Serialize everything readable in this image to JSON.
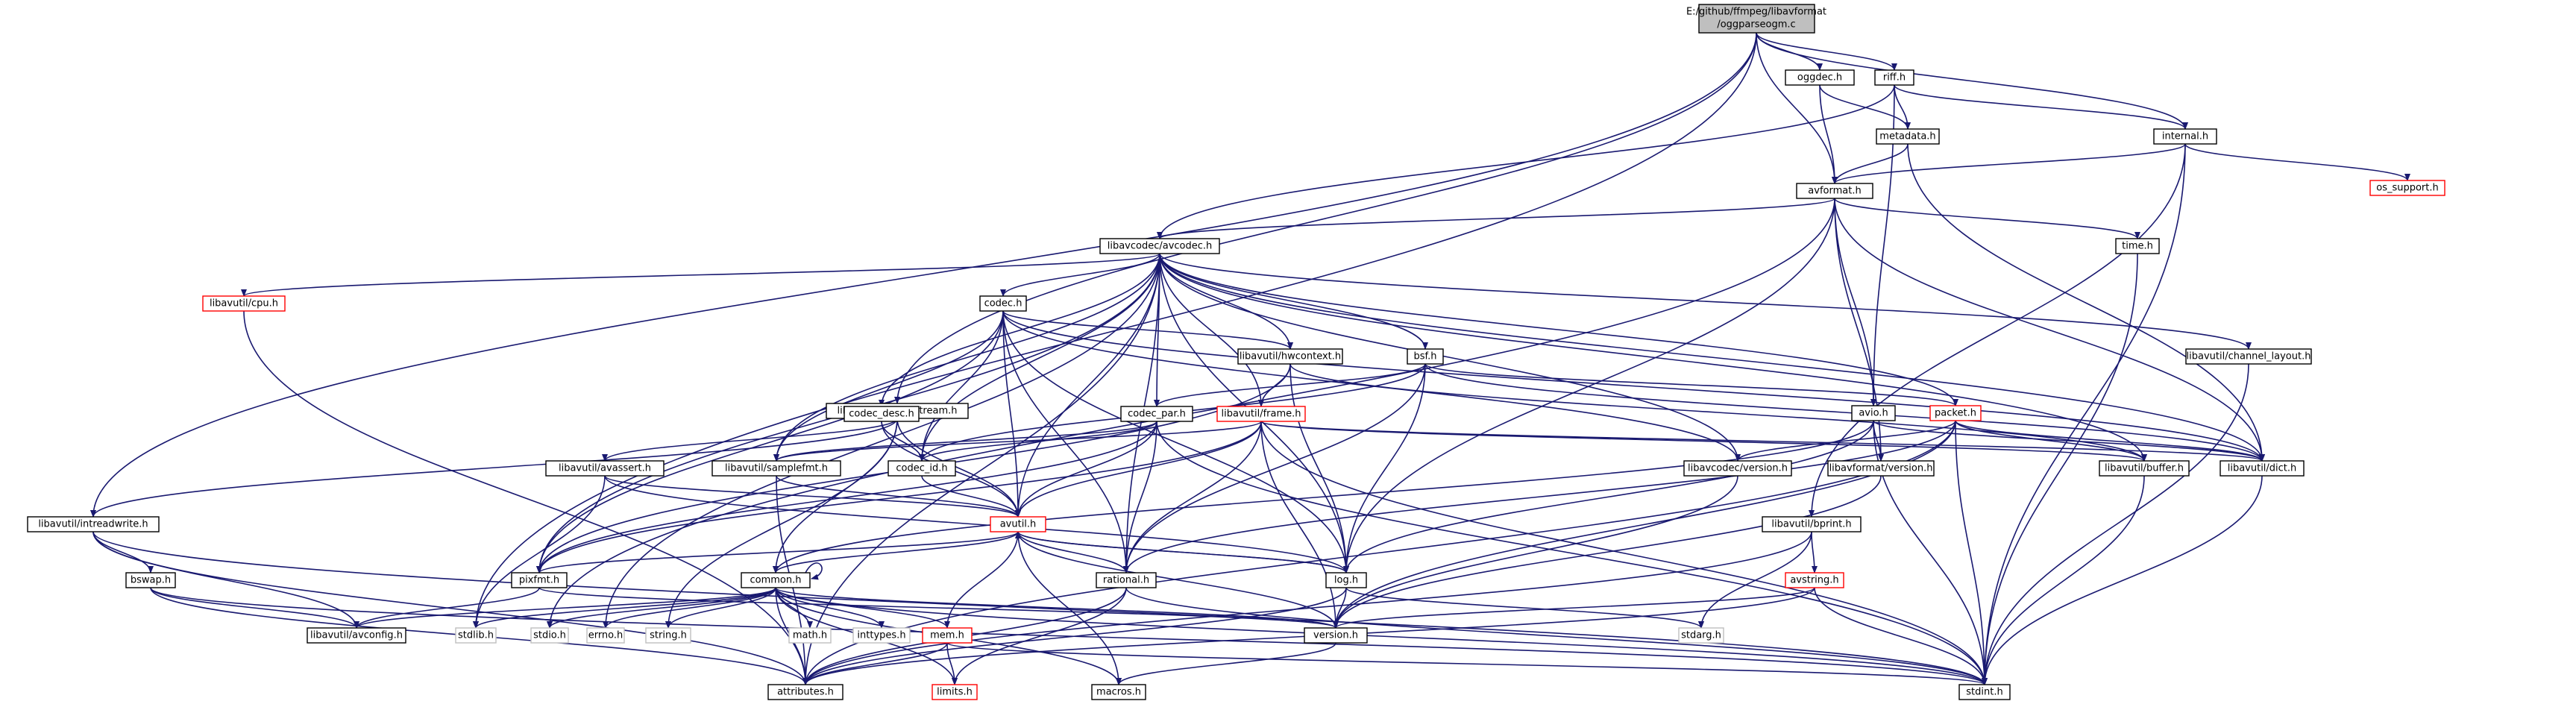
{
  "graph": {
    "root_lines": [
      "E:/github/ffmpeg/libavformat",
      "/oggparseogm.c"
    ],
    "edge_color": "#191970",
    "border_colors": {
      "normal": "#000000",
      "truncated": "#ff0000",
      "system": "#bfbfbf",
      "root_fill": "#bfbfbf"
    },
    "nodes": [
      {
        "id": "oggdec",
        "label": "oggdec.h"
      },
      {
        "id": "riff",
        "label": "riff.h"
      },
      {
        "id": "metadata",
        "label": "metadata.h"
      },
      {
        "id": "internal",
        "label": "internal.h"
      },
      {
        "id": "os_support",
        "label": "os_support.h"
      },
      {
        "id": "avformat",
        "label": "avformat.h"
      },
      {
        "id": "time",
        "label": "time.h"
      },
      {
        "id": "avcodec",
        "label": "libavcodec/avcodec.h"
      },
      {
        "id": "cpu",
        "label": "libavutil/cpu.h"
      },
      {
        "id": "codec",
        "label": "codec.h"
      },
      {
        "id": "channel_layout",
        "label": "libavutil/channel_layout.h"
      },
      {
        "id": "hwcontext",
        "label": "libavutil/hwcontext.h"
      },
      {
        "id": "bsf",
        "label": "bsf.h"
      },
      {
        "id": "bytestream",
        "label": "libavcodec/bytestream.h"
      },
      {
        "id": "codec_desc",
        "label": "codec_desc.h"
      },
      {
        "id": "codec_par",
        "label": "codec_par.h"
      },
      {
        "id": "frame",
        "label": "libavutil/frame.h"
      },
      {
        "id": "avio",
        "label": "avio.h"
      },
      {
        "id": "packet",
        "label": "packet.h"
      },
      {
        "id": "avassert",
        "label": "libavutil/avassert.h"
      },
      {
        "id": "samplefmt",
        "label": "libavutil/samplefmt.h"
      },
      {
        "id": "codec_id",
        "label": "codec_id.h"
      },
      {
        "id": "lavc_version",
        "label": "libavcodec/version.h"
      },
      {
        "id": "lavf_version",
        "label": "libavformat/version.h"
      },
      {
        "id": "buffer",
        "label": "libavutil/buffer.h"
      },
      {
        "id": "dict",
        "label": "libavutil/dict.h"
      },
      {
        "id": "intreadwrite",
        "label": "libavutil/intreadwrite.h"
      },
      {
        "id": "avutil",
        "label": "avutil.h"
      },
      {
        "id": "bprint",
        "label": "libavutil/bprint.h"
      },
      {
        "id": "bswap",
        "label": "bswap.h"
      },
      {
        "id": "pixfmt",
        "label": "pixfmt.h"
      },
      {
        "id": "common",
        "label": "common.h"
      },
      {
        "id": "rational",
        "label": "rational.h"
      },
      {
        "id": "log",
        "label": "log.h"
      },
      {
        "id": "avstring",
        "label": "avstring.h"
      },
      {
        "id": "avconfig",
        "label": "libavutil/avconfig.h"
      },
      {
        "id": "stdlib",
        "label": "stdlib.h"
      },
      {
        "id": "stdio",
        "label": "stdio.h"
      },
      {
        "id": "errno",
        "label": "errno.h"
      },
      {
        "id": "string",
        "label": "string.h"
      },
      {
        "id": "math",
        "label": "math.h"
      },
      {
        "id": "inttypes",
        "label": "inttypes.h"
      },
      {
        "id": "mem",
        "label": "mem.h"
      },
      {
        "id": "version",
        "label": "version.h"
      },
      {
        "id": "stdarg",
        "label": "stdarg.h"
      },
      {
        "id": "attributes",
        "label": "attributes.h"
      },
      {
        "id": "limits",
        "label": "limits.h"
      },
      {
        "id": "macros",
        "label": "macros.h"
      },
      {
        "id": "stdint",
        "label": "stdint.h"
      }
    ],
    "edges": [
      [
        "root",
        "oggdec"
      ],
      [
        "root",
        "riff"
      ],
      [
        "root",
        "internal"
      ],
      [
        "root",
        "avformat"
      ],
      [
        "root",
        "bytestream"
      ],
      [
        "root",
        "intreadwrite"
      ],
      [
        "root",
        "stdlib"
      ],
      [
        "oggdec",
        "metadata"
      ],
      [
        "oggdec",
        "avformat"
      ],
      [
        "riff",
        "metadata"
      ],
      [
        "riff",
        "internal"
      ],
      [
        "riff",
        "avcodec"
      ],
      [
        "riff",
        "avio"
      ],
      [
        "metadata",
        "avformat"
      ],
      [
        "metadata",
        "dict"
      ],
      [
        "internal",
        "avformat"
      ],
      [
        "internal",
        "os_support"
      ],
      [
        "internal",
        "stdint"
      ],
      [
        "internal",
        "bprint"
      ],
      [
        "avformat",
        "avcodec"
      ],
      [
        "avformat",
        "time"
      ],
      [
        "avformat",
        "avio"
      ],
      [
        "avformat",
        "lavf_version"
      ],
      [
        "avformat",
        "dict"
      ],
      [
        "avformat",
        "log"
      ],
      [
        "avformat",
        "stdio"
      ],
      [
        "time",
        "stdint"
      ],
      [
        "avcodec",
        "cpu"
      ],
      [
        "avcodec",
        "codec"
      ],
      [
        "avcodec",
        "channel_layout"
      ],
      [
        "avcodec",
        "hwcontext"
      ],
      [
        "avcodec",
        "bsf"
      ],
      [
        "avcodec",
        "codec_desc"
      ],
      [
        "avcodec",
        "codec_par"
      ],
      [
        "avcodec",
        "frame"
      ],
      [
        "avcodec",
        "packet"
      ],
      [
        "avcodec",
        "samplefmt"
      ],
      [
        "avcodec",
        "codec_id"
      ],
      [
        "avcodec",
        "lavc_version"
      ],
      [
        "avcodec",
        "buffer"
      ],
      [
        "avcodec",
        "dict"
      ],
      [
        "avcodec",
        "avutil"
      ],
      [
        "avcodec",
        "rational"
      ],
      [
        "avcodec",
        "log"
      ],
      [
        "avcodec",
        "pixfmt"
      ],
      [
        "avcodec",
        "attributes"
      ],
      [
        "avcodec",
        "errno"
      ],
      [
        "cpu",
        "attributes"
      ],
      [
        "codec",
        "hwcontext"
      ],
      [
        "codec",
        "samplefmt"
      ],
      [
        "codec",
        "codec_id"
      ],
      [
        "codec",
        "avutil"
      ],
      [
        "codec",
        "lavc_version"
      ],
      [
        "codec",
        "log"
      ],
      [
        "codec",
        "pixfmt"
      ],
      [
        "codec",
        "rational"
      ],
      [
        "codec",
        "dict"
      ],
      [
        "channel_layout",
        "stdint"
      ],
      [
        "hwcontext",
        "frame"
      ],
      [
        "hwcontext",
        "buffer"
      ],
      [
        "hwcontext",
        "log"
      ],
      [
        "hwcontext",
        "pixfmt"
      ],
      [
        "bsf",
        "codec_par"
      ],
      [
        "bsf",
        "codec_id"
      ],
      [
        "bsf",
        "packet"
      ],
      [
        "bsf",
        "dict"
      ],
      [
        "bsf",
        "log"
      ],
      [
        "bsf",
        "rational"
      ],
      [
        "bytestream",
        "avassert"
      ],
      [
        "bytestream",
        "intreadwrite"
      ],
      [
        "bytestream",
        "common"
      ],
      [
        "bytestream",
        "avutil"
      ],
      [
        "bytestream",
        "string"
      ],
      [
        "codec_desc",
        "codec_id"
      ],
      [
        "codec_desc",
        "avutil"
      ],
      [
        "codec_par",
        "codec_id"
      ],
      [
        "codec_par",
        "avutil"
      ],
      [
        "codec_par",
        "rational"
      ],
      [
        "codec_par",
        "pixfmt"
      ],
      [
        "codec_par",
        "samplefmt"
      ],
      [
        "codec_par",
        "stdint"
      ],
      [
        "frame",
        "avutil"
      ],
      [
        "frame",
        "buffer"
      ],
      [
        "frame",
        "dict"
      ],
      [
        "frame",
        "rational"
      ],
      [
        "frame",
        "samplefmt"
      ],
      [
        "frame",
        "pixfmt"
      ],
      [
        "frame",
        "version"
      ],
      [
        "frame",
        "stdint"
      ],
      [
        "avio",
        "common"
      ],
      [
        "avio",
        "dict"
      ],
      [
        "avio",
        "log"
      ],
      [
        "avio",
        "lavf_version"
      ],
      [
        "avio",
        "stdint"
      ],
      [
        "packet",
        "buffer"
      ],
      [
        "packet",
        "dict"
      ],
      [
        "packet",
        "rational"
      ],
      [
        "packet",
        "lavc_version"
      ],
      [
        "packet",
        "attributes"
      ],
      [
        "packet",
        "version"
      ],
      [
        "packet",
        "stdint"
      ],
      [
        "avassert",
        "avutil"
      ],
      [
        "avassert",
        "log"
      ],
      [
        "avassert",
        "stdlib"
      ],
      [
        "samplefmt",
        "avutil"
      ],
      [
        "samplefmt",
        "attributes"
      ],
      [
        "codec_id",
        "avutil"
      ],
      [
        "lavc_version",
        "version"
      ],
      [
        "lavf_version",
        "version"
      ],
      [
        "buffer",
        "stdint"
      ],
      [
        "dict",
        "stdint"
      ],
      [
        "intreadwrite",
        "avconfig"
      ],
      [
        "intreadwrite",
        "attributes"
      ],
      [
        "intreadwrite",
        "bswap"
      ],
      [
        "intreadwrite",
        "stdint"
      ],
      [
        "avutil",
        "common"
      ],
      [
        "avutil",
        "rational"
      ],
      [
        "avutil",
        "version"
      ],
      [
        "avutil",
        "macros"
      ],
      [
        "avutil",
        "pixfmt"
      ],
      [
        "avutil",
        "log"
      ],
      [
        "bprint",
        "avstring"
      ],
      [
        "bprint",
        "attributes"
      ],
      [
        "bprint",
        "stdarg"
      ],
      [
        "bswap",
        "avconfig"
      ],
      [
        "bswap",
        "attributes"
      ],
      [
        "bswap",
        "stdint"
      ],
      [
        "pixfmt",
        "version"
      ],
      [
        "pixfmt",
        "avconfig"
      ],
      [
        "common",
        "common"
      ],
      [
        "common",
        "attributes"
      ],
      [
        "common",
        "macros"
      ],
      [
        "common",
        "version"
      ],
      [
        "common",
        "mem"
      ],
      [
        "common",
        "avconfig"
      ],
      [
        "common",
        "stdlib"
      ],
      [
        "common",
        "stdio"
      ],
      [
        "common",
        "errno"
      ],
      [
        "common",
        "string"
      ],
      [
        "common",
        "math"
      ],
      [
        "common",
        "inttypes"
      ],
      [
        "common",
        "limits"
      ],
      [
        "common",
        "stdint"
      ],
      [
        "rational",
        "attributes"
      ],
      [
        "rational",
        "limits"
      ],
      [
        "rational",
        "stdint"
      ],
      [
        "log",
        "avutil"
      ],
      [
        "log",
        "attributes"
      ],
      [
        "log",
        "version"
      ],
      [
        "log",
        "stdarg"
      ],
      [
        "avstring",
        "attributes"
      ],
      [
        "avstring",
        "version"
      ],
      [
        "avstring",
        "stdint"
      ],
      [
        "mem",
        "avutil"
      ],
      [
        "mem",
        "attributes"
      ],
      [
        "mem",
        "limits"
      ],
      [
        "mem",
        "stdint"
      ],
      [
        "version",
        "macros"
      ]
    ]
  }
}
